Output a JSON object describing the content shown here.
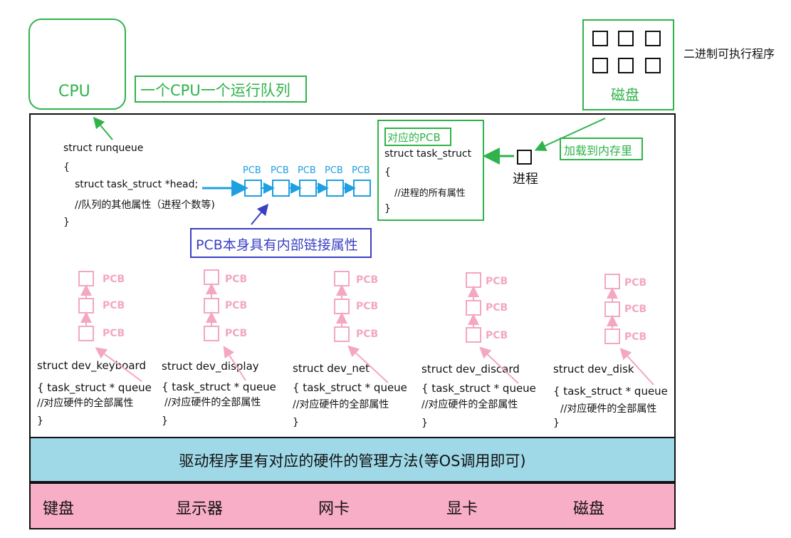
{
  "cpu": {
    "label": "CPU",
    "runqueue_note": "一个CPU一个运行队列"
  },
  "disk": {
    "label": "磁盘",
    "note": "二进制可执行程序"
  },
  "runqueue": {
    "line1": "struct runqueue",
    "line2": "{",
    "line3": "struct task_struct *head;",
    "line4": "//队列的其他属性（进程个数等)",
    "line5": "}"
  },
  "pcb_chain": {
    "label": "PCB",
    "note": "PCB本身具有内部链接属性"
  },
  "task_struct": {
    "title": "对应的PCB",
    "line1": "struct task_struct",
    "line2": "{",
    "line3": "//进程的所有属性",
    "line4": "}"
  },
  "process": {
    "label": "进程",
    "load_note": "加载到内存里"
  },
  "devices": [
    {
      "name": "struct dev_keyboard",
      "queue": "{ task_struct * queue",
      "comment": "//对应硬件的全部属性",
      "close": "}",
      "pcb": "PCB"
    },
    {
      "name": "struct  dev_display",
      "queue": "{ task_struct * queue",
      "comment": "//对应硬件的全部属性",
      "close": "}",
      "pcb": "PCB"
    },
    {
      "name": "struct   dev_net",
      "queue": "{ task_struct * queue",
      "comment": "//对应硬件的全部属性",
      "close": "}",
      "pcb": "PCB"
    },
    {
      "name": "struct  dev_discard",
      "queue": "{ task_struct * queue",
      "comment": "//对应硬件的全部属性",
      "close": "}",
      "pcb": "PCB"
    },
    {
      "name": "struct   dev_disk",
      "queue": "{  task_struct * queue",
      "comment": "//对应硬件的全部属性",
      "close": "}",
      "pcb": "PCB"
    }
  ],
  "driver_layer": "驱动程序里有对应的硬件的管理方法(等OS调用即可)",
  "hardware": [
    "键盘",
    "显示器",
    "网卡",
    "显卡",
    "磁盘"
  ],
  "colors": {
    "green": "#2fb34a",
    "blue": "#1ea0e0",
    "pink": "#f3a7c3",
    "indigo": "#3a3fc4",
    "driver_bg": "#9fd9e8",
    "hw_bg": "#f9aec8"
  }
}
